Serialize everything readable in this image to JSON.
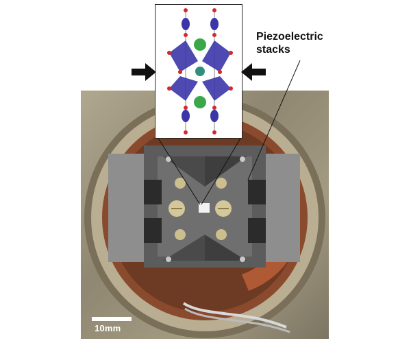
{
  "annotation": {
    "line1": "Piezoelectric",
    "line2": "stacks"
  },
  "scale_bar": {
    "label": "10mm"
  },
  "colors": {
    "octahedron": "#3b36a8",
    "oxygen_atom": "#d4282b",
    "large_cation": "#3aa84a",
    "small_cation": "#2f8f7a",
    "arrow": "#111111"
  },
  "icons": {
    "left_arrow": "arrow-right-icon",
    "right_arrow": "arrow-left-icon"
  }
}
